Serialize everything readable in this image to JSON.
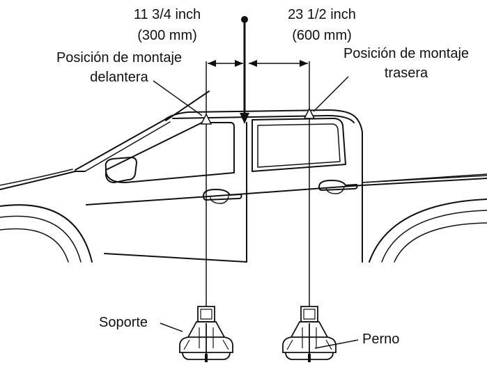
{
  "dimensions": {
    "front_inch": "11 3/4 inch",
    "front_mm": "(300 mm)",
    "rear_inch": "23 1/2 inch",
    "rear_mm": "(600 mm)"
  },
  "labels": {
    "front_position_line1": "Posición de montaje",
    "front_position_line2": "delantera",
    "rear_position_line1": "Posición de montaje",
    "rear_position_line2": "trasera",
    "bracket": "Soporte",
    "bolt": "Perno"
  },
  "colors": {
    "line": "#111111",
    "background": "#ffffff"
  }
}
